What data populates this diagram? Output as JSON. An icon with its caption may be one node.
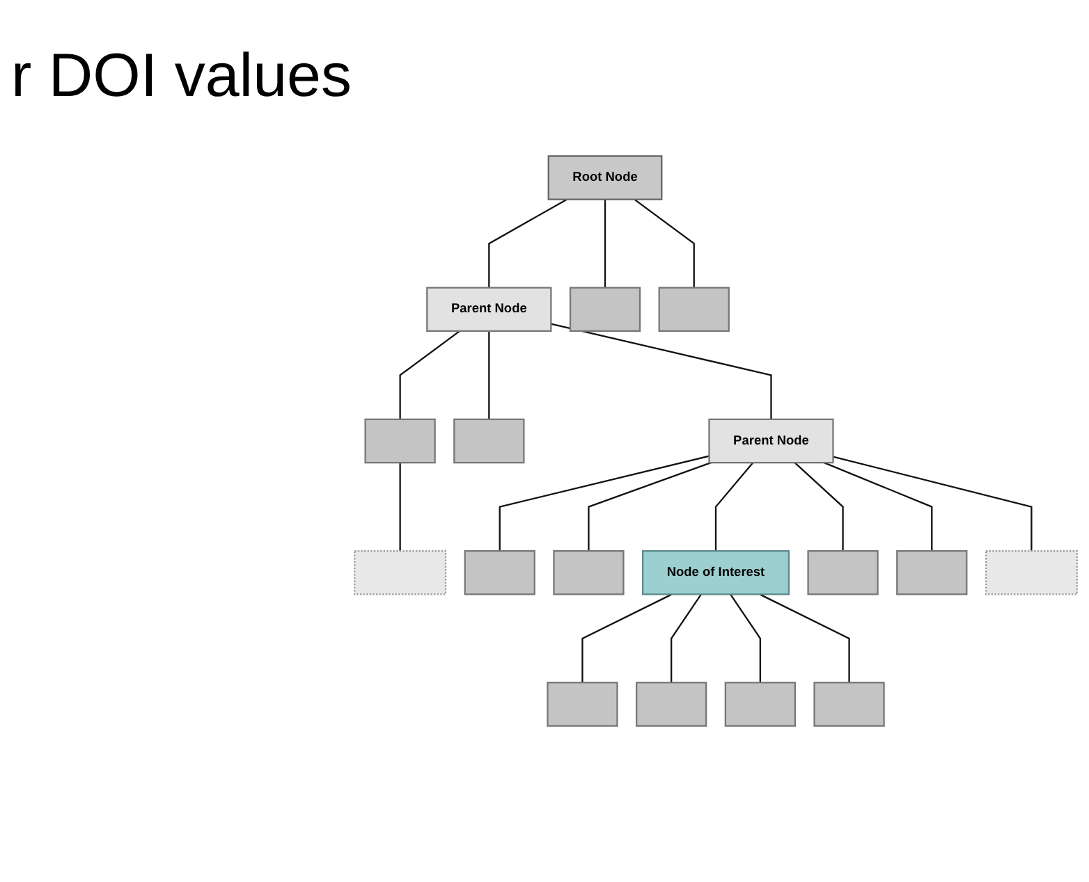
{
  "diagram": {
    "title": "r DOI values",
    "nodes": [
      {
        "text": [
          "Root Node"
        ]
      },
      {
        "text": [
          "Parent Node"
        ]
      },
      {
        "text": [],
        "shape": "box"
      },
      {
        "text": [],
        "shape": "box"
      },
      {
        "text": [],
        "shape": "box"
      },
      {
        "text": [],
        "shape": "box"
      },
      {
        "text": [
          "Parent Node"
        ]
      },
      {
        "text": [],
        "shape": "bar"
      },
      {
        "text": [],
        "shape": "box"
      },
      {
        "text": [],
        "shape": "box"
      },
      {
        "text": [
          "Node of Interest"
        ]
      },
      {
        "text": [],
        "shape": "box"
      },
      {
        "text": [],
        "shape": "box"
      },
      {
        "text": [],
        "shape": "bar"
      },
      {
        "text": [],
        "shape": "box"
      },
      {
        "text": [],
        "shape": "box"
      },
      {
        "text": [],
        "shape": "box"
      },
      {
        "text": [],
        "shape": "box"
      }
    ],
    "edges": [
      {
        "from": 0,
        "to": 1,
        "arrow": "none"
      },
      {
        "from": 0,
        "to": 2,
        "arrow": "none"
      },
      {
        "from": 0,
        "to": 3,
        "arrow": "none"
      },
      {
        "from": 1,
        "to": 4,
        "arrow": "none"
      },
      {
        "from": 1,
        "to": 5,
        "arrow": "none"
      },
      {
        "from": 1,
        "to": 6,
        "arrow": "none"
      },
      {
        "from": 4,
        "to": 7,
        "arrow": "none"
      },
      {
        "from": 6,
        "to": 8,
        "arrow": "none"
      },
      {
        "from": 6,
        "to": 9,
        "arrow": "none"
      },
      {
        "from": 6,
        "to": 10,
        "arrow": "none"
      },
      {
        "from": 6,
        "to": 11,
        "arrow": "none"
      },
      {
        "from": 6,
        "to": 12,
        "arrow": "none"
      },
      {
        "from": 6,
        "to": 13,
        "arrow": "none"
      },
      {
        "from": 10,
        "to": 14,
        "arrow": "none"
      },
      {
        "from": 10,
        "to": 15,
        "arrow": "none"
      },
      {
        "from": 10,
        "to": 16,
        "arrow": "none"
      },
      {
        "from": 10,
        "to": 17,
        "arrow": "none"
      }
    ]
  }
}
